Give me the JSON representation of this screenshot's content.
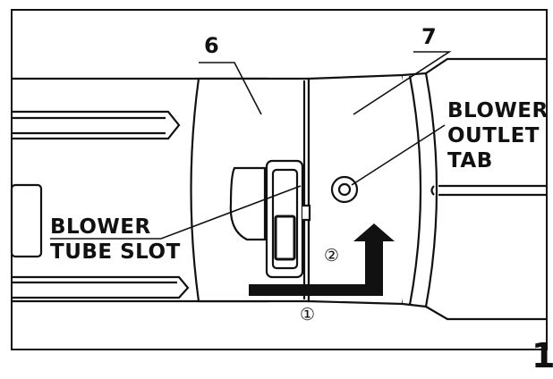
{
  "figure": {
    "part_number_left": "6",
    "part_number_right": "7",
    "label_blower_tube_slot": [
      "BLOWER",
      "TUBE SLOT"
    ],
    "label_blower_outlet_tab": [
      "BLOWER",
      "OUTLET",
      "TAB"
    ],
    "step_1": "①",
    "step_2": "②",
    "figure_number": "1"
  }
}
